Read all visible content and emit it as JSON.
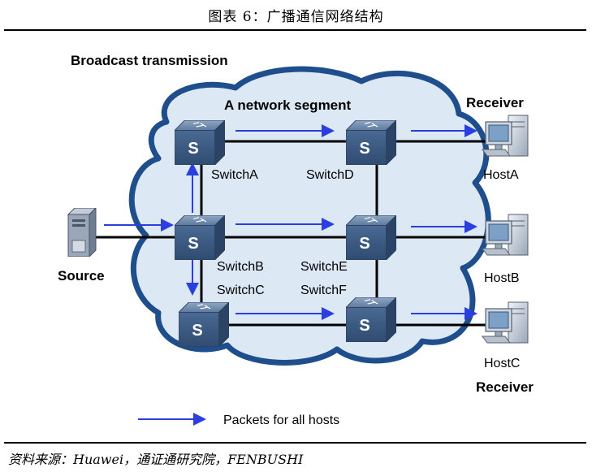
{
  "caption": "图表 6：广播通信网络结构",
  "diagram": {
    "title": "Broadcast transmission",
    "segment_label": "A network segment",
    "source_label": "Source",
    "receiver_top_label": "Receiver",
    "receiver_bottom_label": "Receiver",
    "switches": {
      "a": "SwitchA",
      "b": "SwitchB",
      "c": "SwitchC",
      "d": "SwitchD",
      "e": "SwitchE",
      "f": "SwitchF"
    },
    "hosts": {
      "a": "HostA",
      "b": "HostB",
      "c": "HostC"
    },
    "switch_glyph": "S",
    "legend_text": "Packets for all hosts",
    "colors": {
      "cloud_fill": "#dde8f5",
      "cloud_stroke": "#1f4e8c",
      "arrow": "#2b3ee0",
      "switch_body": "#3f5f88",
      "link": "#000000"
    }
  },
  "source_note": "资料来源：Huawei，通证通研究院，FENBUSHI"
}
